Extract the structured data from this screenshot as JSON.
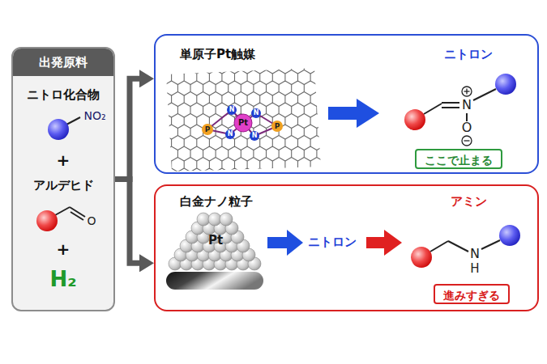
{
  "diagram": {
    "nodes": [
      {
        "text": [
          "出発原料",
          "ニトロ化合物",
          "+",
          "アルデヒド",
          "+",
          "H₂"
        ]
      },
      {
        "text": [
          "単原子Pt触媒",
          "ニトロン"
        ]
      },
      {
        "text": [
          "ここで止まる"
        ],
        "in": 1
      },
      {
        "text": [
          "白金ナノ粒子",
          "ニトロン",
          "アミン"
        ]
      },
      {
        "text": [
          "進みすぎる"
        ],
        "in": 3
      }
    ],
    "edges": [
      {
        "from": 0,
        "to": 1,
        "arrow": "to"
      },
      {
        "from": 0,
        "to": 3,
        "arrow": "to"
      }
    ],
    "labels": [
      "NO₂",
      "O",
      "Pt",
      "P",
      "N",
      "N",
      "N",
      "N",
      "P",
      "N",
      "O",
      "Pt",
      "N",
      "H"
    ]
  }
}
